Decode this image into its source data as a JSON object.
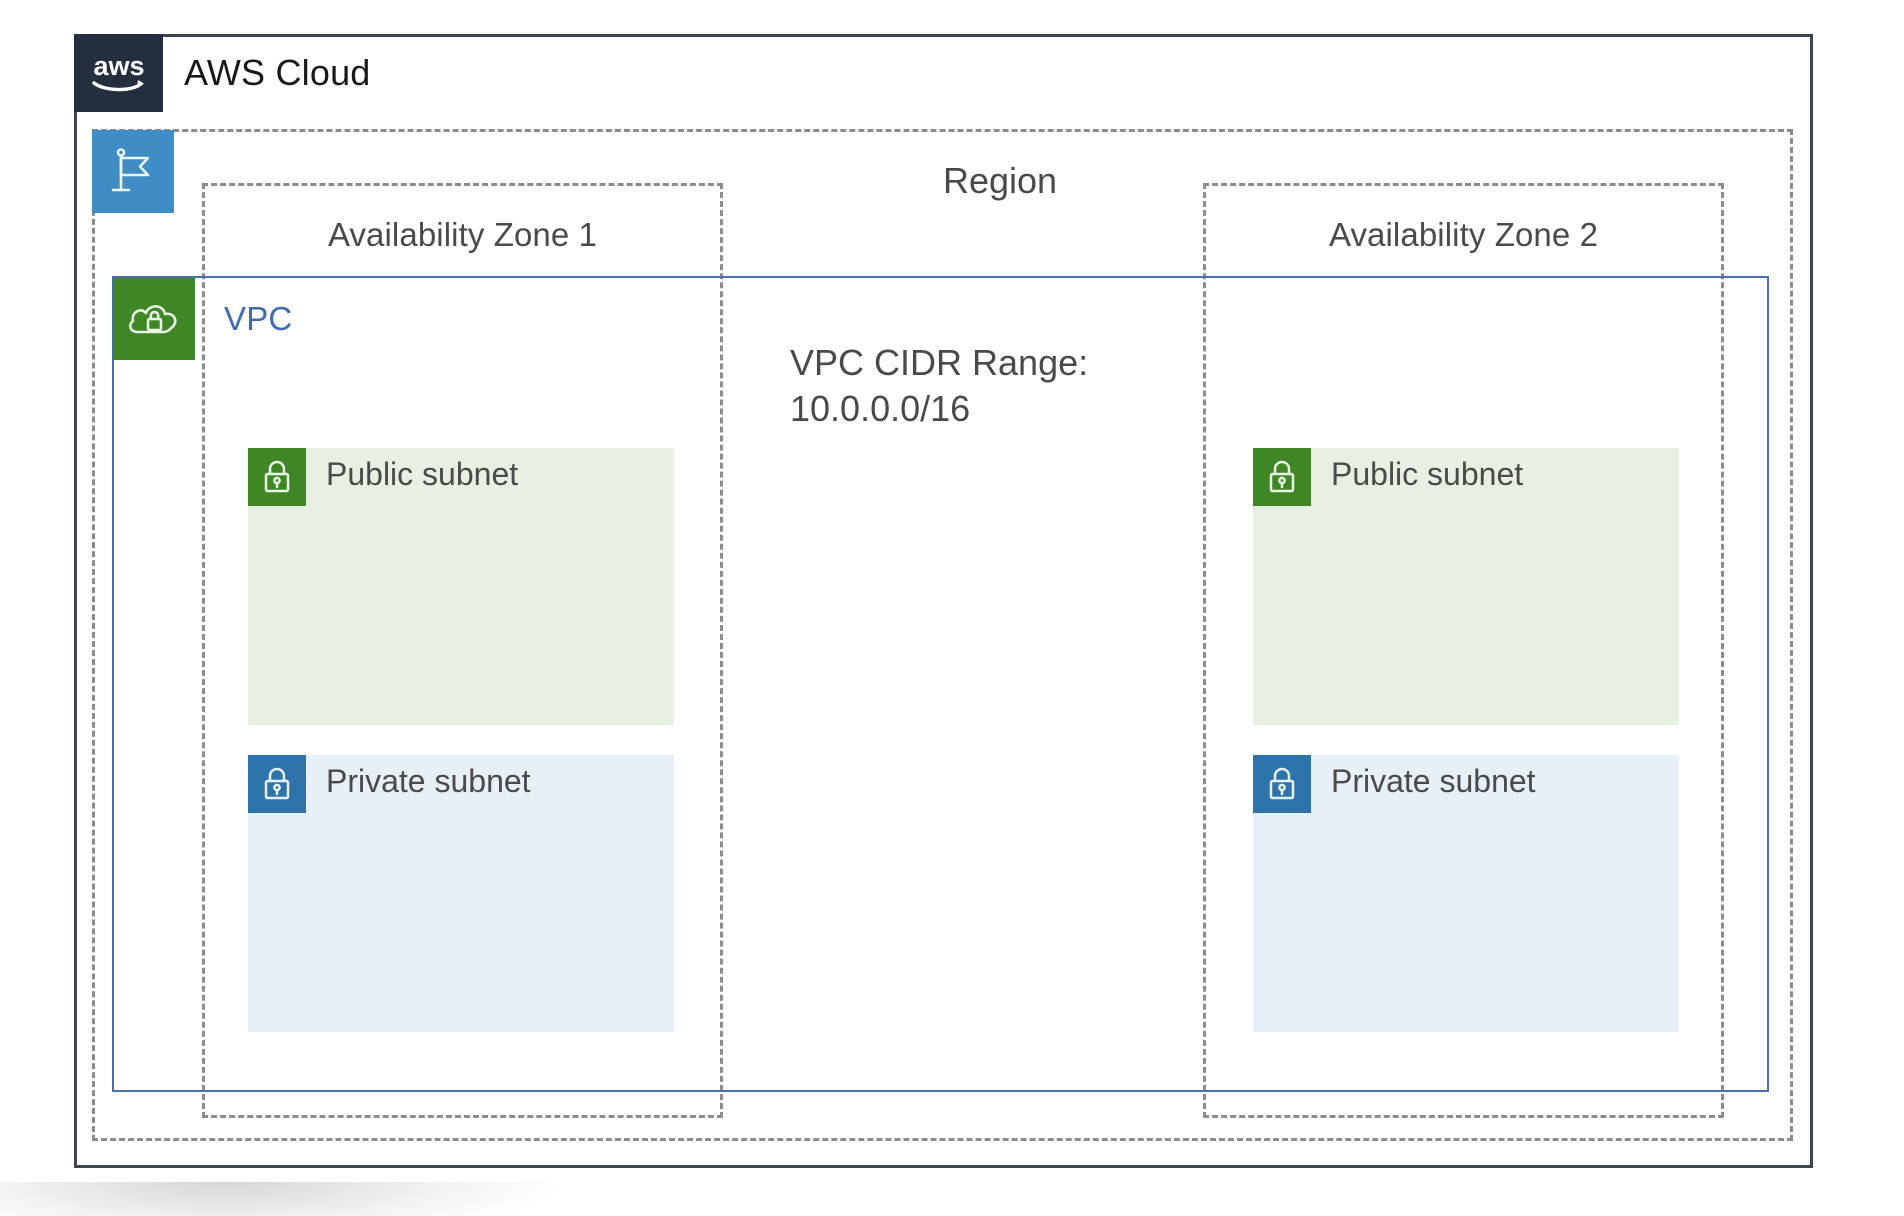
{
  "diagram": {
    "cloud": {
      "title": "AWS Cloud",
      "logo_icon": "aws-logo-icon"
    },
    "region": {
      "title": "Region",
      "icon": "region-flag-icon"
    },
    "vpc": {
      "title": "VPC",
      "icon": "vpc-cloud-lock-icon",
      "cidr_note": "VPC CIDR Range: 10.0.0.0/16"
    },
    "availability_zones": [
      {
        "label": "Availability Zone 1",
        "subnets": [
          {
            "label": "Public subnet",
            "type": "public",
            "icon": "subnet-lock-icon"
          },
          {
            "label": "Private subnet",
            "type": "private",
            "icon": "subnet-lock-icon"
          }
        ]
      },
      {
        "label": "Availability Zone 2",
        "subnets": [
          {
            "label": "Public subnet",
            "type": "public",
            "icon": "subnet-lock-icon"
          },
          {
            "label": "Private subnet",
            "type": "private",
            "icon": "subnet-lock-icon"
          }
        ]
      }
    ],
    "colors": {
      "aws_navy": "#232f3e",
      "cloud_border": "#3b4652",
      "region_dash": "#8c8c8c",
      "region_icon_blue": "#3f8dc4",
      "vpc_border_blue": "#4b6fae",
      "vpc_text_blue": "#3f6bb0",
      "vpc_icon_green": "#3f8624",
      "public_subnet_fill": "#e8f0e3",
      "private_subnet_fill": "#e7eff7",
      "public_icon_green": "#3f8624",
      "private_icon_blue": "#2e74ab",
      "text_gray": "#4a4a4a"
    }
  }
}
